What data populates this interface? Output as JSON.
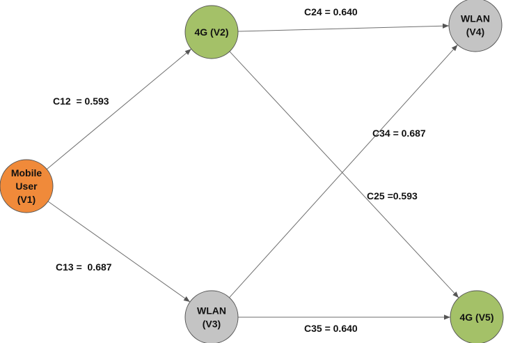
{
  "colors": {
    "mobile_user": "#f08a3a",
    "cellular": "#a4c168",
    "wlan": "#c4c4c4",
    "edge": "#6e6e6e",
    "node_stroke": "#555555"
  },
  "nodes": [
    {
      "id": "V1",
      "lines": [
        "Mobile",
        "User",
        "(V1)"
      ],
      "kind": "mobile_user"
    },
    {
      "id": "V2",
      "lines": [
        "4G (V2)"
      ],
      "kind": "cellular"
    },
    {
      "id": "V3",
      "lines": [
        "WLAN",
        "(V3)"
      ],
      "kind": "wlan"
    },
    {
      "id": "V4",
      "lines": [
        "WLAN",
        "(V4)"
      ],
      "kind": "wlan"
    },
    {
      "id": "V5",
      "lines": [
        "4G (V5)"
      ],
      "kind": "cellular"
    }
  ],
  "edges": [
    {
      "from": "V1",
      "to": "V2",
      "label": "C12  = 0.593"
    },
    {
      "from": "V1",
      "to": "V3",
      "label": "C13 =  0.687"
    },
    {
      "from": "V2",
      "to": "V4",
      "label": "C24 = 0.640"
    },
    {
      "from": "V2",
      "to": "V5",
      "label": "C25 =0.593"
    },
    {
      "from": "V3",
      "to": "V4",
      "label": "C34 = 0.687"
    },
    {
      "from": "V3",
      "to": "V5",
      "label": "C35 = 0.640"
    }
  ]
}
